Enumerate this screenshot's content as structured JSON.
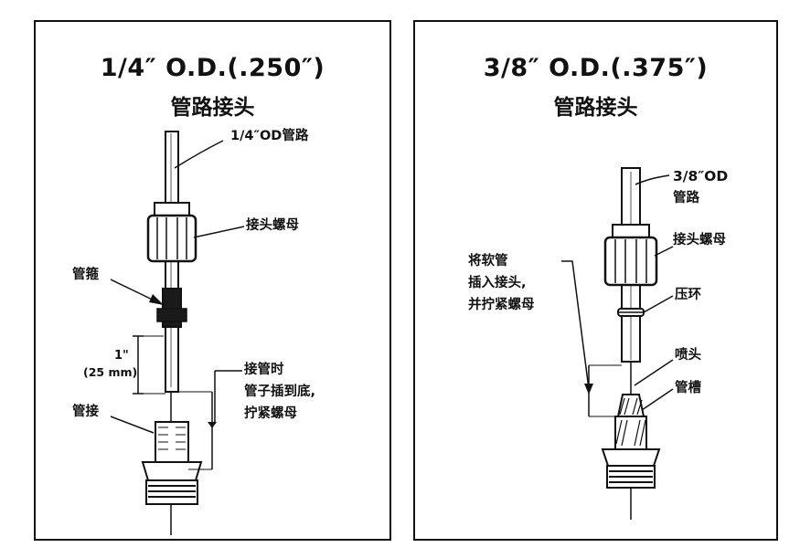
{
  "left": {
    "title": "1/4″ O.D.(.250″)",
    "subtitle": "管路接头",
    "labels": {
      "tubing": "1/4″OD管路",
      "nut": "接头螺母",
      "ferrule": "管箍",
      "dim_1": "1\"",
      "dim_2": "(25 mm)",
      "instr_1": "接管时",
      "instr_2": "管子插到底,",
      "instr_3": "拧紧螺母",
      "fitting": "管接"
    }
  },
  "right": {
    "title": "3/8″ O.D.(.375″)",
    "subtitle": "管路接头",
    "labels": {
      "tubing_1": "3/8″OD",
      "tubing_2": "管路",
      "nut": "接头螺母",
      "instr_1": "将软管",
      "instr_2": "插入接头,",
      "instr_3": "并拧紧螺母",
      "ring": "压环",
      "nozzle": "喷头",
      "groove": "管槽"
    }
  }
}
